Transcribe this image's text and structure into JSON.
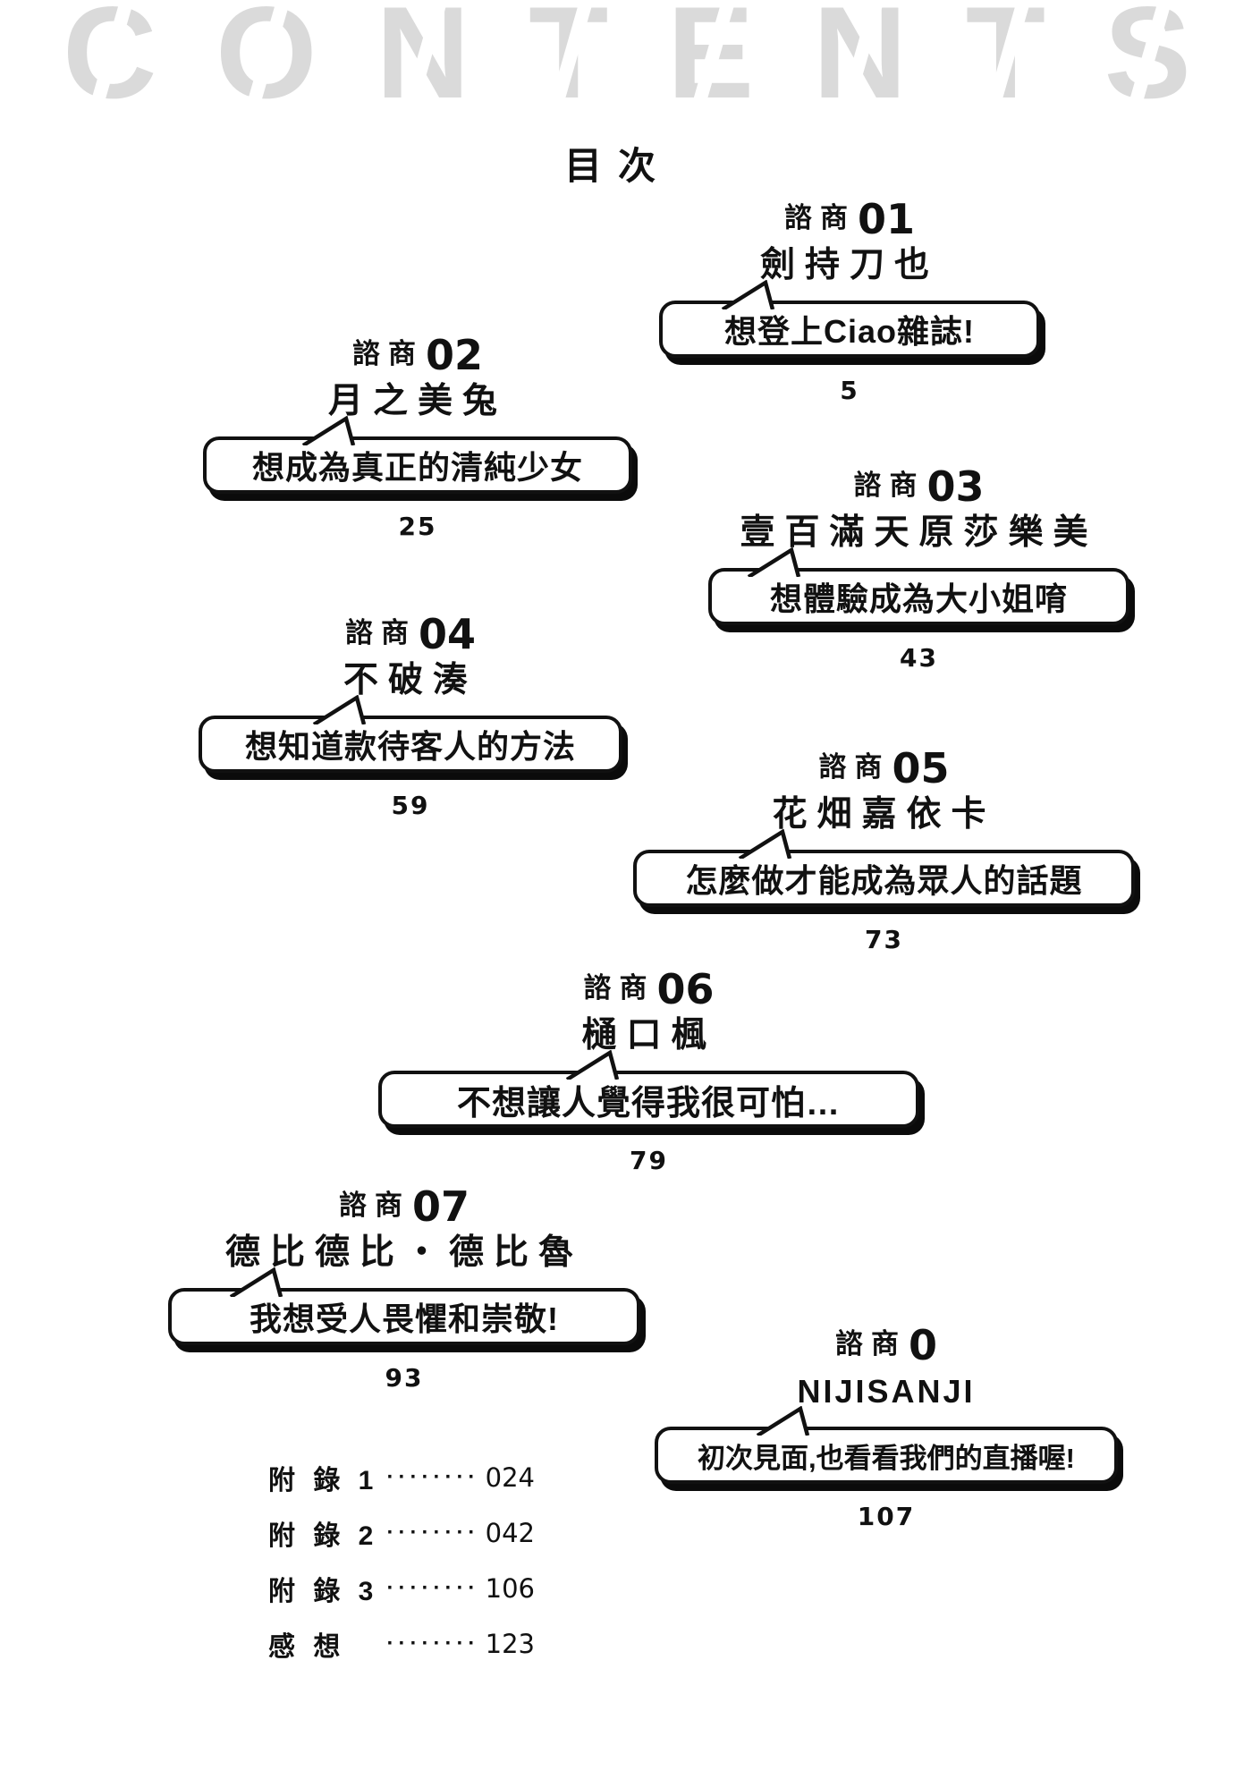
{
  "header": {
    "title": "CONTENTS"
  },
  "page_title": "目次",
  "colors": {
    "text": "#111111",
    "watermark_gray": "#dadada",
    "label_underline_gray": "#a9a9a9",
    "bubble_fill": "#ffffff",
    "bubble_border": "#111111"
  },
  "chapters": [
    {
      "label": "諮商",
      "number": "01",
      "name": "劍持刀也",
      "title": "想登上Ciao雜誌!",
      "page": "5"
    },
    {
      "label": "諮商",
      "number": "02",
      "name": "月之美兔",
      "title": "想成為真正的清純少女",
      "page": "25"
    },
    {
      "label": "諮商",
      "number": "03",
      "name": "壹百滿天原莎樂美",
      "title": "想體驗成為大小姐唷",
      "page": "43"
    },
    {
      "label": "諮商",
      "number": "04",
      "name": "不破湊",
      "title": "想知道款待客人的方法",
      "page": "59"
    },
    {
      "label": "諮商",
      "number": "05",
      "name": "花畑嘉依卡",
      "title": "怎麼做才能成為眾人的話題",
      "page": "73"
    },
    {
      "label": "諮商",
      "number": "06",
      "name": "樋口楓",
      "title": "不想讓人覺得我很可怕…",
      "page": "79"
    },
    {
      "label": "諮商",
      "number": "07",
      "name": "德比德比・德比魯",
      "title": "我想受人畏懼和崇敬!",
      "page": "93"
    },
    {
      "label": "諮商",
      "number": "0",
      "name": "NIJISANJI",
      "title": "初次見面,也看看我們的直播喔!",
      "page": "107"
    }
  ],
  "appendix": [
    {
      "label": "附 錄 1",
      "dots": "········",
      "page": "024"
    },
    {
      "label": "附 錄 2",
      "dots": "········",
      "page": "042"
    },
    {
      "label": "附 錄 3",
      "dots": "········",
      "page": "106"
    },
    {
      "label": "感 想",
      "dots": "········",
      "page": "123"
    }
  ]
}
